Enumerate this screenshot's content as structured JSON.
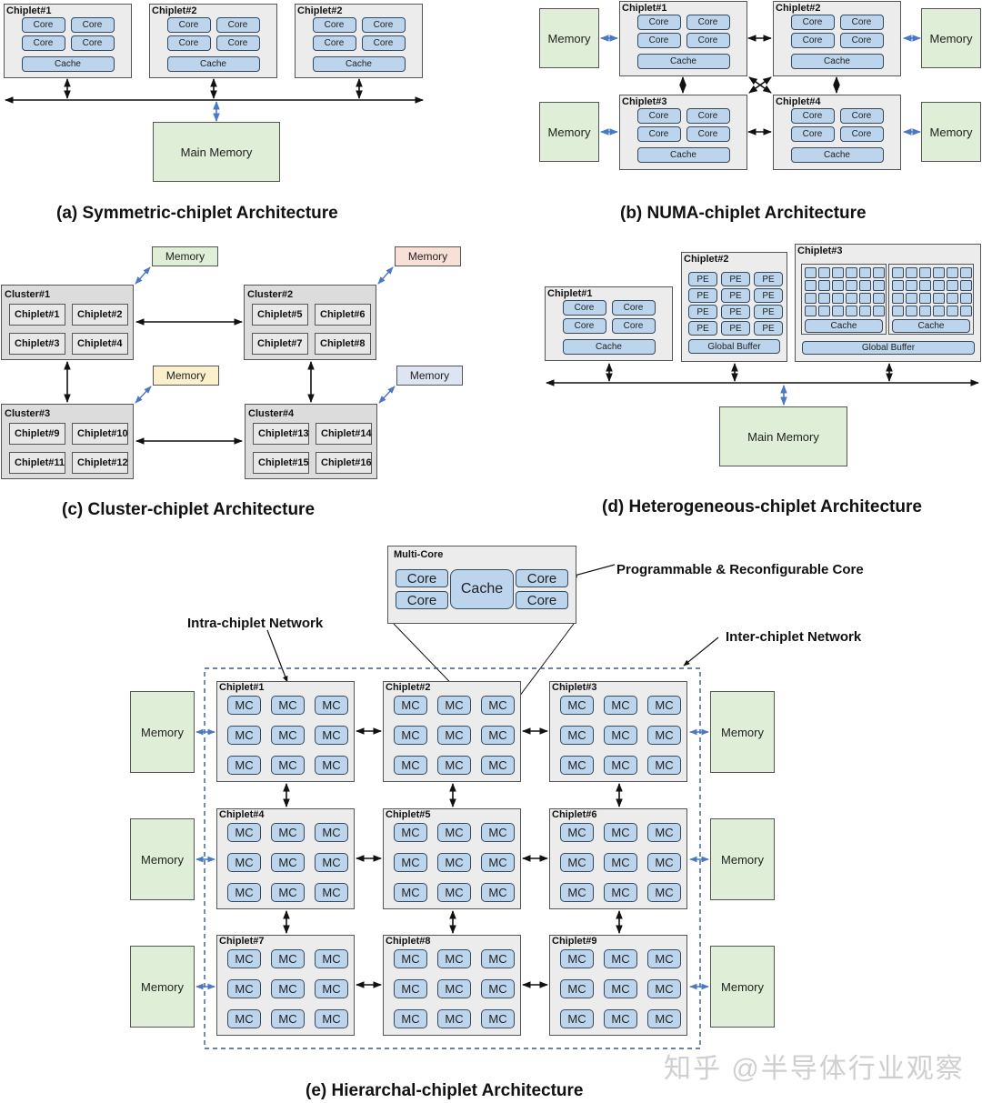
{
  "colors": {
    "chip_fill": "#ececec",
    "unit_fill": "#bcd5ec",
    "memory_fill": "#dfeed6",
    "memory_c_colors": [
      "#dfeed6",
      "#f8e0d6",
      "#fbefcc",
      "#dde5f4"
    ],
    "link_black": "#111111",
    "link_blue": "#4a78c2"
  },
  "a": {
    "caption": "(a) Symmetric-chiplet Architecture",
    "chiplets": [
      {
        "label": "Chiplet#1",
        "cores": [
          "Core",
          "Core",
          "Core",
          "Core"
        ],
        "cache": "Cache"
      },
      {
        "label": "Chiplet#2",
        "cores": [
          "Core",
          "Core",
          "Core",
          "Core"
        ],
        "cache": "Cache"
      },
      {
        "label": "Chiplet#2",
        "cores": [
          "Core",
          "Core",
          "Core",
          "Core"
        ],
        "cache": "Cache"
      }
    ],
    "main_memory": "Main Memory"
  },
  "b": {
    "caption": "(b) NUMA-chiplet Architecture",
    "chiplets": [
      {
        "label": "Chiplet#1",
        "cores": [
          "Core",
          "Core",
          "Core",
          "Core"
        ],
        "cache": "Cache"
      },
      {
        "label": "Chiplet#2",
        "cores": [
          "Core",
          "Core",
          "Core",
          "Core"
        ],
        "cache": "Cache"
      },
      {
        "label": "Chiplet#3",
        "cores": [
          "Core",
          "Core",
          "Core",
          "Core"
        ],
        "cache": "Cache"
      },
      {
        "label": "Chiplet#4",
        "cores": [
          "Core",
          "Core",
          "Core",
          "Core"
        ],
        "cache": "Cache"
      }
    ],
    "memories": [
      "Memory",
      "Memory",
      "Memory",
      "Memory"
    ]
  },
  "c": {
    "caption": "(c) Cluster-chiplet Architecture",
    "clusters": [
      {
        "label": "Cluster#1",
        "chiplets": [
          "Chiplet#1",
          "Chiplet#2",
          "Chiplet#3",
          "Chiplet#4"
        ],
        "memory": "Memory"
      },
      {
        "label": "Cluster#2",
        "chiplets": [
          "Chiplet#5",
          "Chiplet#6",
          "Chiplet#7",
          "Chiplet#8"
        ],
        "memory": "Memory"
      },
      {
        "label": "Cluster#3",
        "chiplets": [
          "Chiplet#9",
          "Chiplet#10",
          "Chiplet#11",
          "Chiplet#12"
        ],
        "memory": "Memory"
      },
      {
        "label": "Cluster#4",
        "chiplets": [
          "Chiplet#13",
          "Chiplet#14",
          "Chiplet#15",
          "Chiplet#16"
        ],
        "memory": "Memory"
      }
    ]
  },
  "d": {
    "caption": "(d) Heterogeneous-chiplet Architecture",
    "chiplet1": {
      "label": "Chiplet#1",
      "cores": [
        "Core",
        "Core",
        "Core",
        "Core"
      ],
      "cache": "Cache"
    },
    "chiplet2": {
      "label": "Chiplet#2",
      "pe": [
        "PE",
        "PE",
        "PE",
        "PE",
        "PE",
        "PE",
        "PE",
        "PE",
        "PE",
        "PE",
        "PE",
        "PE"
      ],
      "buffer": "Global Buffer"
    },
    "chiplet3": {
      "label": "Chiplet#3",
      "caches": [
        "Cache",
        "Cache"
      ],
      "buffer": "Global Buffer",
      "grid_rows": 4,
      "grid_cols": 6
    },
    "main_memory": "Main Memory"
  },
  "e": {
    "caption": "(e) Hierarchal-chiplet Architecture",
    "multicore": {
      "title": "Multi-Core",
      "cores": [
        "Core",
        "Core",
        "Core",
        "Core"
      ],
      "cache": "Cache"
    },
    "annotations": {
      "programmable": "Programmable & Reconfigurable Core",
      "intra": "Intra-chiplet Network",
      "inter": "Inter-chiplet Network"
    },
    "chiplets": [
      "Chiplet#1",
      "Chiplet#2",
      "Chiplet#3",
      "Chiplet#4",
      "Chiplet#5",
      "Chiplet#6",
      "Chiplet#7",
      "Chiplet#8",
      "Chiplet#9"
    ],
    "mc_label": "MC",
    "memories": [
      "Memory",
      "Memory",
      "Memory",
      "Memory",
      "Memory",
      "Memory"
    ]
  },
  "watermark": "知乎 @半导体行业观察"
}
